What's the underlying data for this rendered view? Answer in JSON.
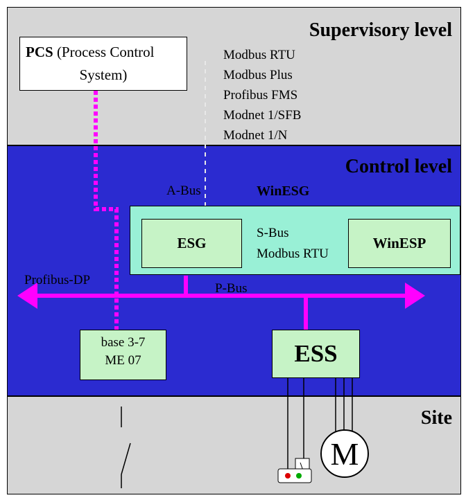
{
  "levels": {
    "supervisory": "Supervisory level",
    "control": "Control level",
    "site": "Site"
  },
  "pcs": {
    "abbr": "PCS",
    "line1": "(Process Control",
    "line2": "System)"
  },
  "protocols": [
    "Modbus RTU",
    "Modbus Plus",
    "Profibus FMS",
    "Modnet 1/SFB",
    "Modnet 1/N"
  ],
  "labels": {
    "a_bus": "A-Bus",
    "winesg": "WinESG",
    "esg": "ESG",
    "winesp": "WinESP",
    "s_bus": "S-Bus",
    "modbus_rtu": "Modbus RTU",
    "profibus_dp": "Profibus-DP",
    "p_bus": "P-Bus",
    "base_line1": "base 3-7",
    "base_line2": "ME 07",
    "ess": "ESS",
    "motor": "M"
  },
  "colors": {
    "supervisory_bg": "#d6d6d6",
    "control_bg": "#2b2bd0",
    "site_bg": "#d6d6d6",
    "box_green": "#c6f3c6",
    "winesg_bg": "#99f0d6",
    "bus_magenta": "#ff00ff"
  }
}
